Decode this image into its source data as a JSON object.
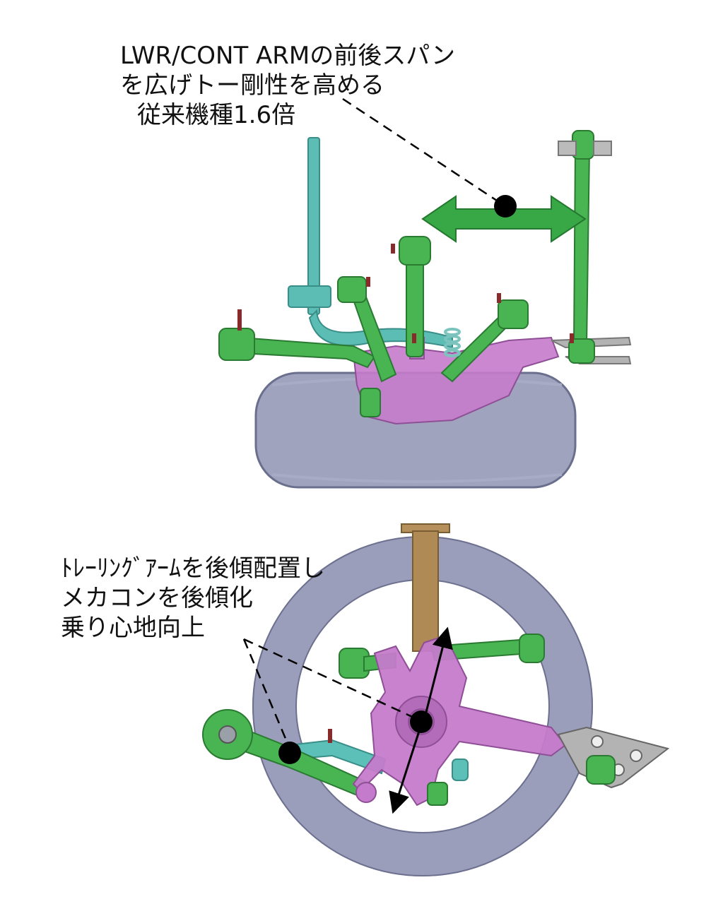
{
  "annotations": {
    "top": {
      "lines": [
        "LWR/CONT ARMの前後スパン",
        "を広げトー剛性を高める",
        "従来機種1.6倍"
      ]
    },
    "bottom": {
      "lines": [
        "ﾄﾚｰﾘﾝｸﾞｱｰﾑを後傾配置し",
        "メカコンを後傾化",
        "乗り心地向上"
      ]
    }
  },
  "colors": {
    "arm_green": "#3fae4a",
    "arm_green_dark": "#2a7a32",
    "stabilizer_teal": "#4fb8b0",
    "knuckle_purple": "#c07ac8",
    "tire_gray": "#8e93b0",
    "damper_brown": "#b08a55",
    "bracket_gray": "#9a9a9a",
    "marker": "#000000"
  }
}
